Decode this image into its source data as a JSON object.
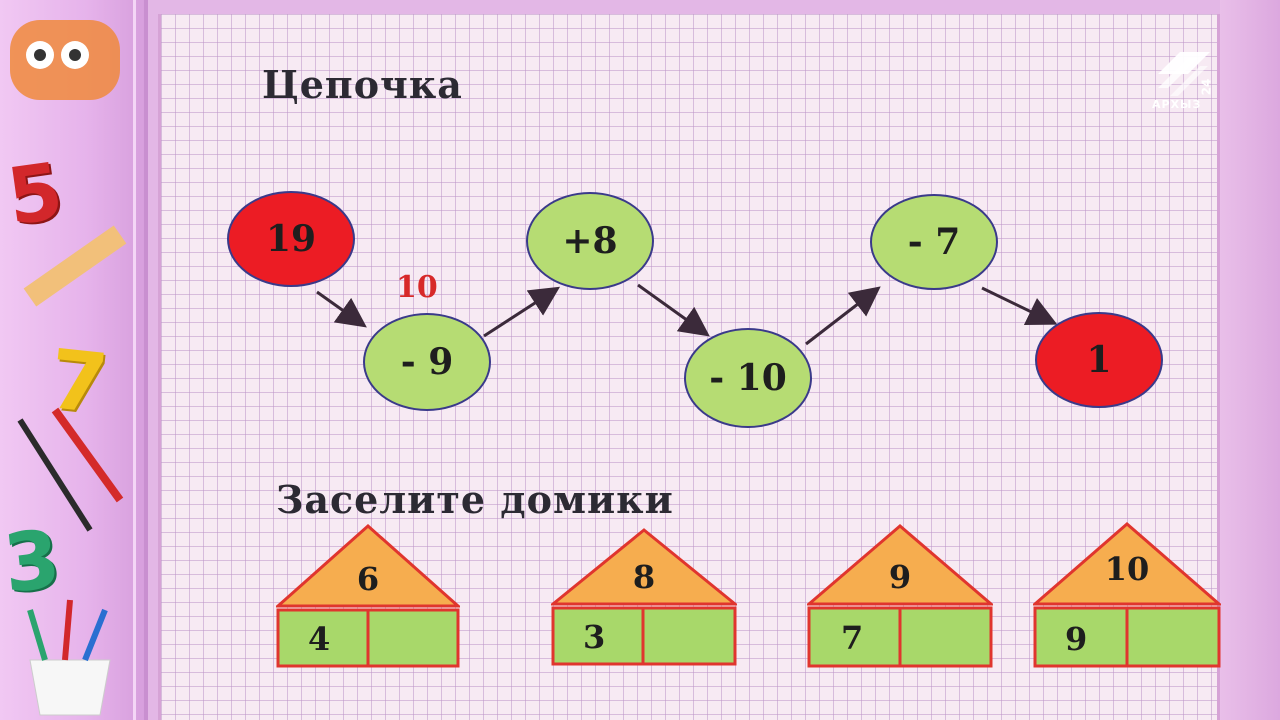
{
  "headings": {
    "chain": "Цепочка",
    "houses": "Заселите домики"
  },
  "chain": {
    "nodes": [
      "19",
      "- 9",
      "+8",
      "- 10",
      "- 7",
      "1"
    ],
    "note": "10"
  },
  "houses": [
    {
      "top": "6",
      "left": "4",
      "right": ""
    },
    {
      "top": "8",
      "left": "3",
      "right": ""
    },
    {
      "top": "9",
      "left": "7",
      "right": ""
    },
    {
      "top": "10",
      "left": "9",
      "right": ""
    }
  ],
  "logo": {
    "text": "АРХЫЗ",
    "number": "24"
  },
  "decorations": [
    "5",
    "7",
    "3"
  ],
  "colors": {
    "red_node": "#ec1c24",
    "green_node": "#b6dc73",
    "roof": "#f6ad4f",
    "house_body": "#a8d86a",
    "house_outline": "#e0352e",
    "note": "#d72929"
  }
}
